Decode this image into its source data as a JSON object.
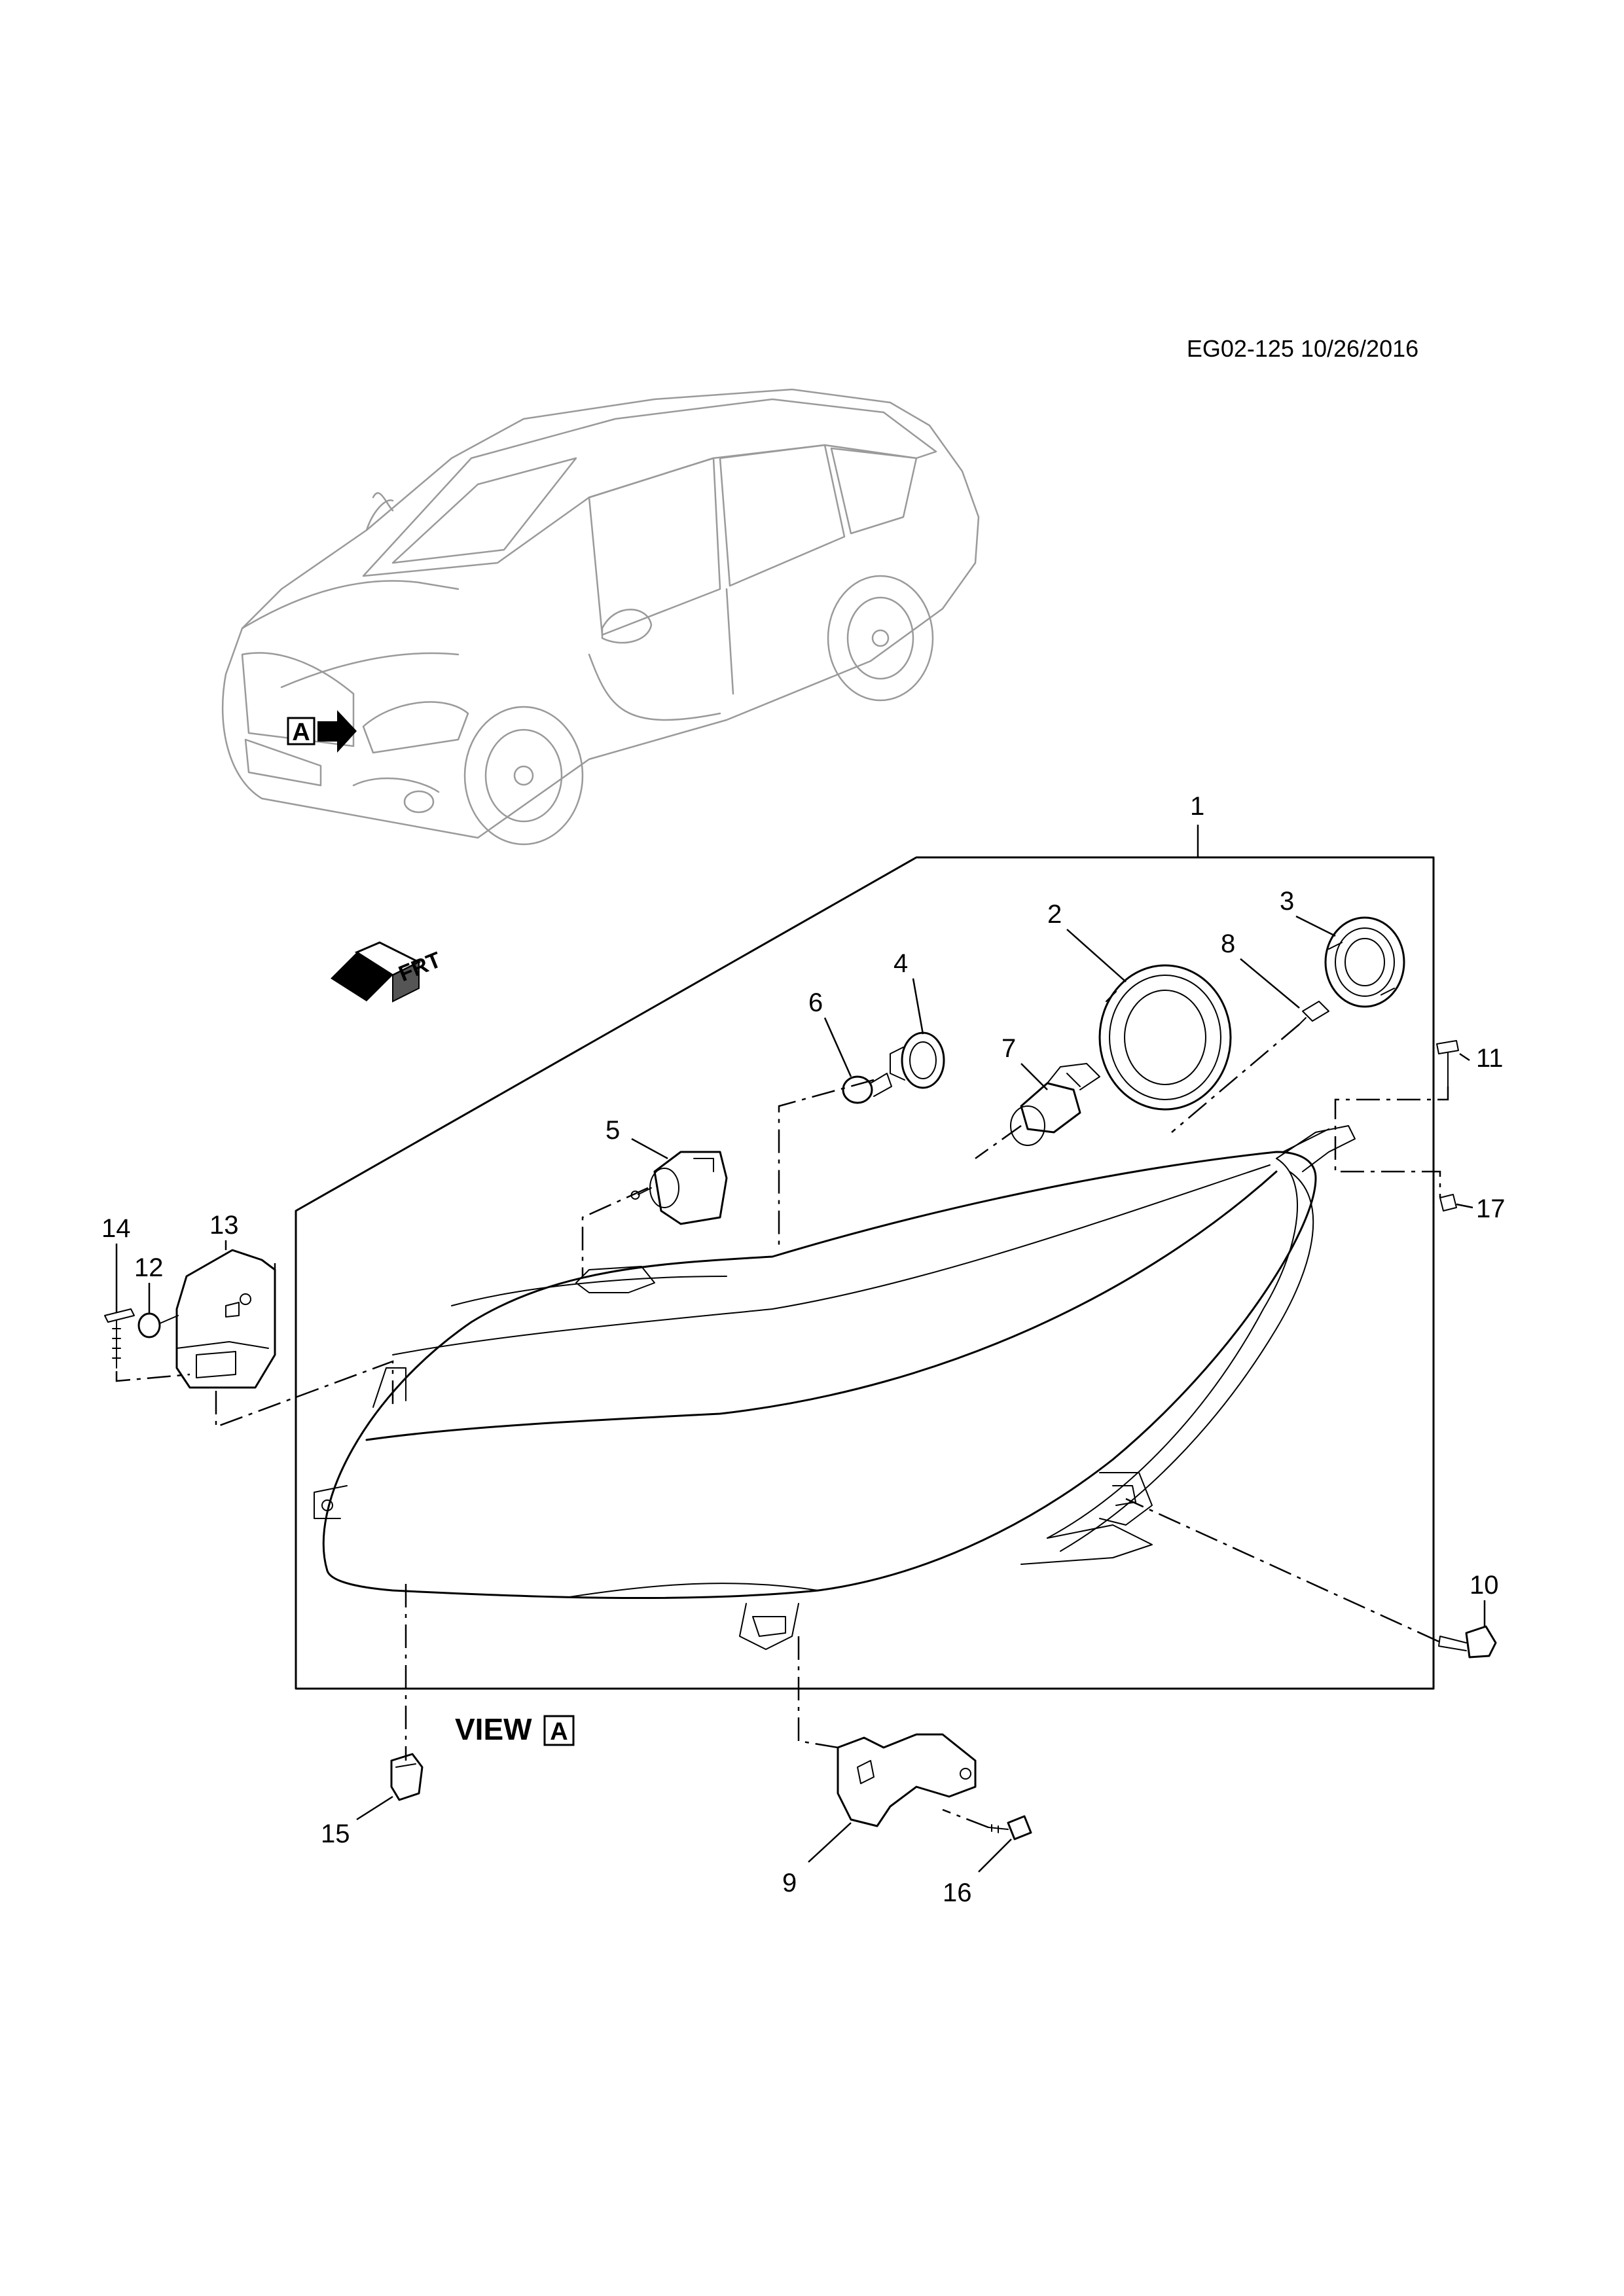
{
  "reference": "EG02-125 10/26/2016",
  "view_label": "VIEW",
  "view_letter": "A",
  "arrow_letter": "A",
  "direction_label": "FRT",
  "callouts": [
    "1",
    "2",
    "3",
    "4",
    "5",
    "6",
    "7",
    "8",
    "9",
    "10",
    "11",
    "12",
    "13",
    "14",
    "15",
    "16",
    "17"
  ],
  "colors": {
    "ink": "#000000",
    "vehicle_outline": "#9a9a9a",
    "background": "#ffffff"
  }
}
